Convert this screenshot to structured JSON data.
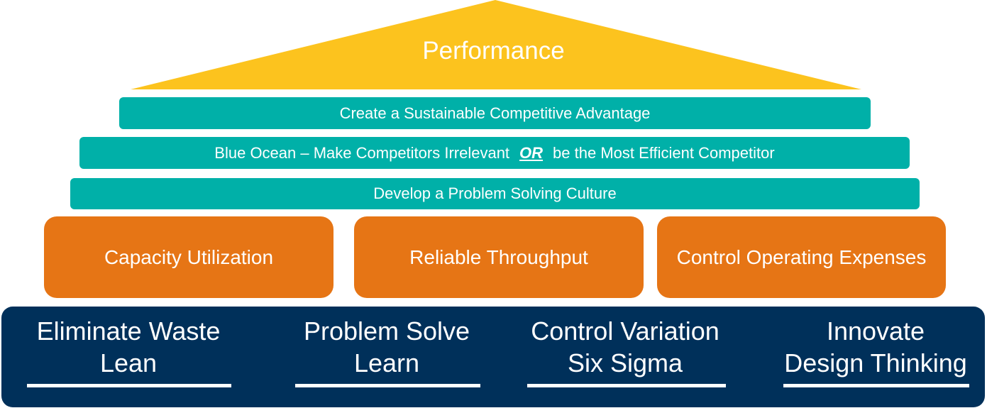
{
  "roof": {
    "title": "Performance",
    "color": "#fcc31e"
  },
  "strategy_bars": [
    {
      "text": "Create a Sustainable Competitive Advantage"
    },
    {
      "text_before": "Blue Ocean – Make Competitors Irrelevant",
      "emphasis": "OR",
      "text_after": "be the Most Efficient Competitor"
    },
    {
      "text": "Develop a Problem Solving Culture"
    }
  ],
  "strategy_color": "#00b0a8",
  "focus_areas": [
    {
      "label": "Capacity Utilization"
    },
    {
      "label": "Reliable Throughput"
    },
    {
      "label": "Control Operating Expenses"
    }
  ],
  "focus_color": "#e67515",
  "foundation": {
    "color": "#00305a",
    "pillars": [
      {
        "line1": "Eliminate Waste",
        "line2": "Lean"
      },
      {
        "line1": "Problem Solve",
        "line2": "Learn"
      },
      {
        "line1": "Control Variation",
        "line2": "Six Sigma"
      },
      {
        "line1": "Innovate",
        "line2": "Design Thinking"
      }
    ]
  }
}
